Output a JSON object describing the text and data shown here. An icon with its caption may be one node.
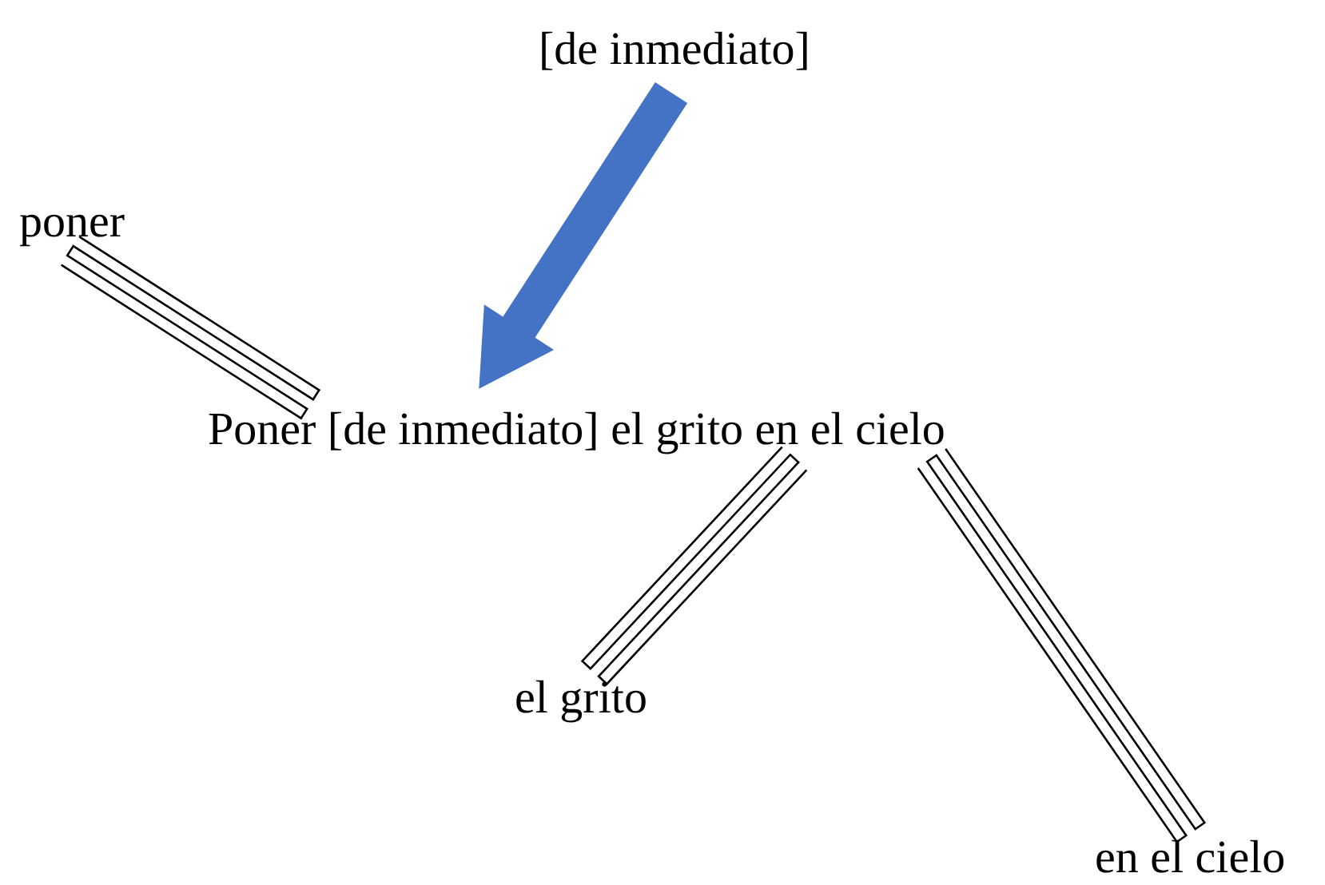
{
  "diagram": {
    "nodes": [
      {
        "text": [
          "[de inmediato]"
        ]
      },
      {
        "text": [
          "poner"
        ]
      },
      {
        "text": [
          "Poner [de inmediato] el grito en el cielo"
        ]
      },
      {
        "text": [
          "el grito"
        ]
      },
      {
        "text": [
          "en el cielo"
        ]
      }
    ],
    "edges": [
      {
        "from": 0,
        "to": 2,
        "arrow": "to",
        "style": "thick",
        "color": "#4472c4"
      },
      {
        "from": 1,
        "to": 2,
        "arrow": "none"
      },
      {
        "from": 2,
        "to": 3,
        "arrow": "none"
      },
      {
        "from": 2,
        "to": 4,
        "arrow": "none"
      }
    ]
  }
}
